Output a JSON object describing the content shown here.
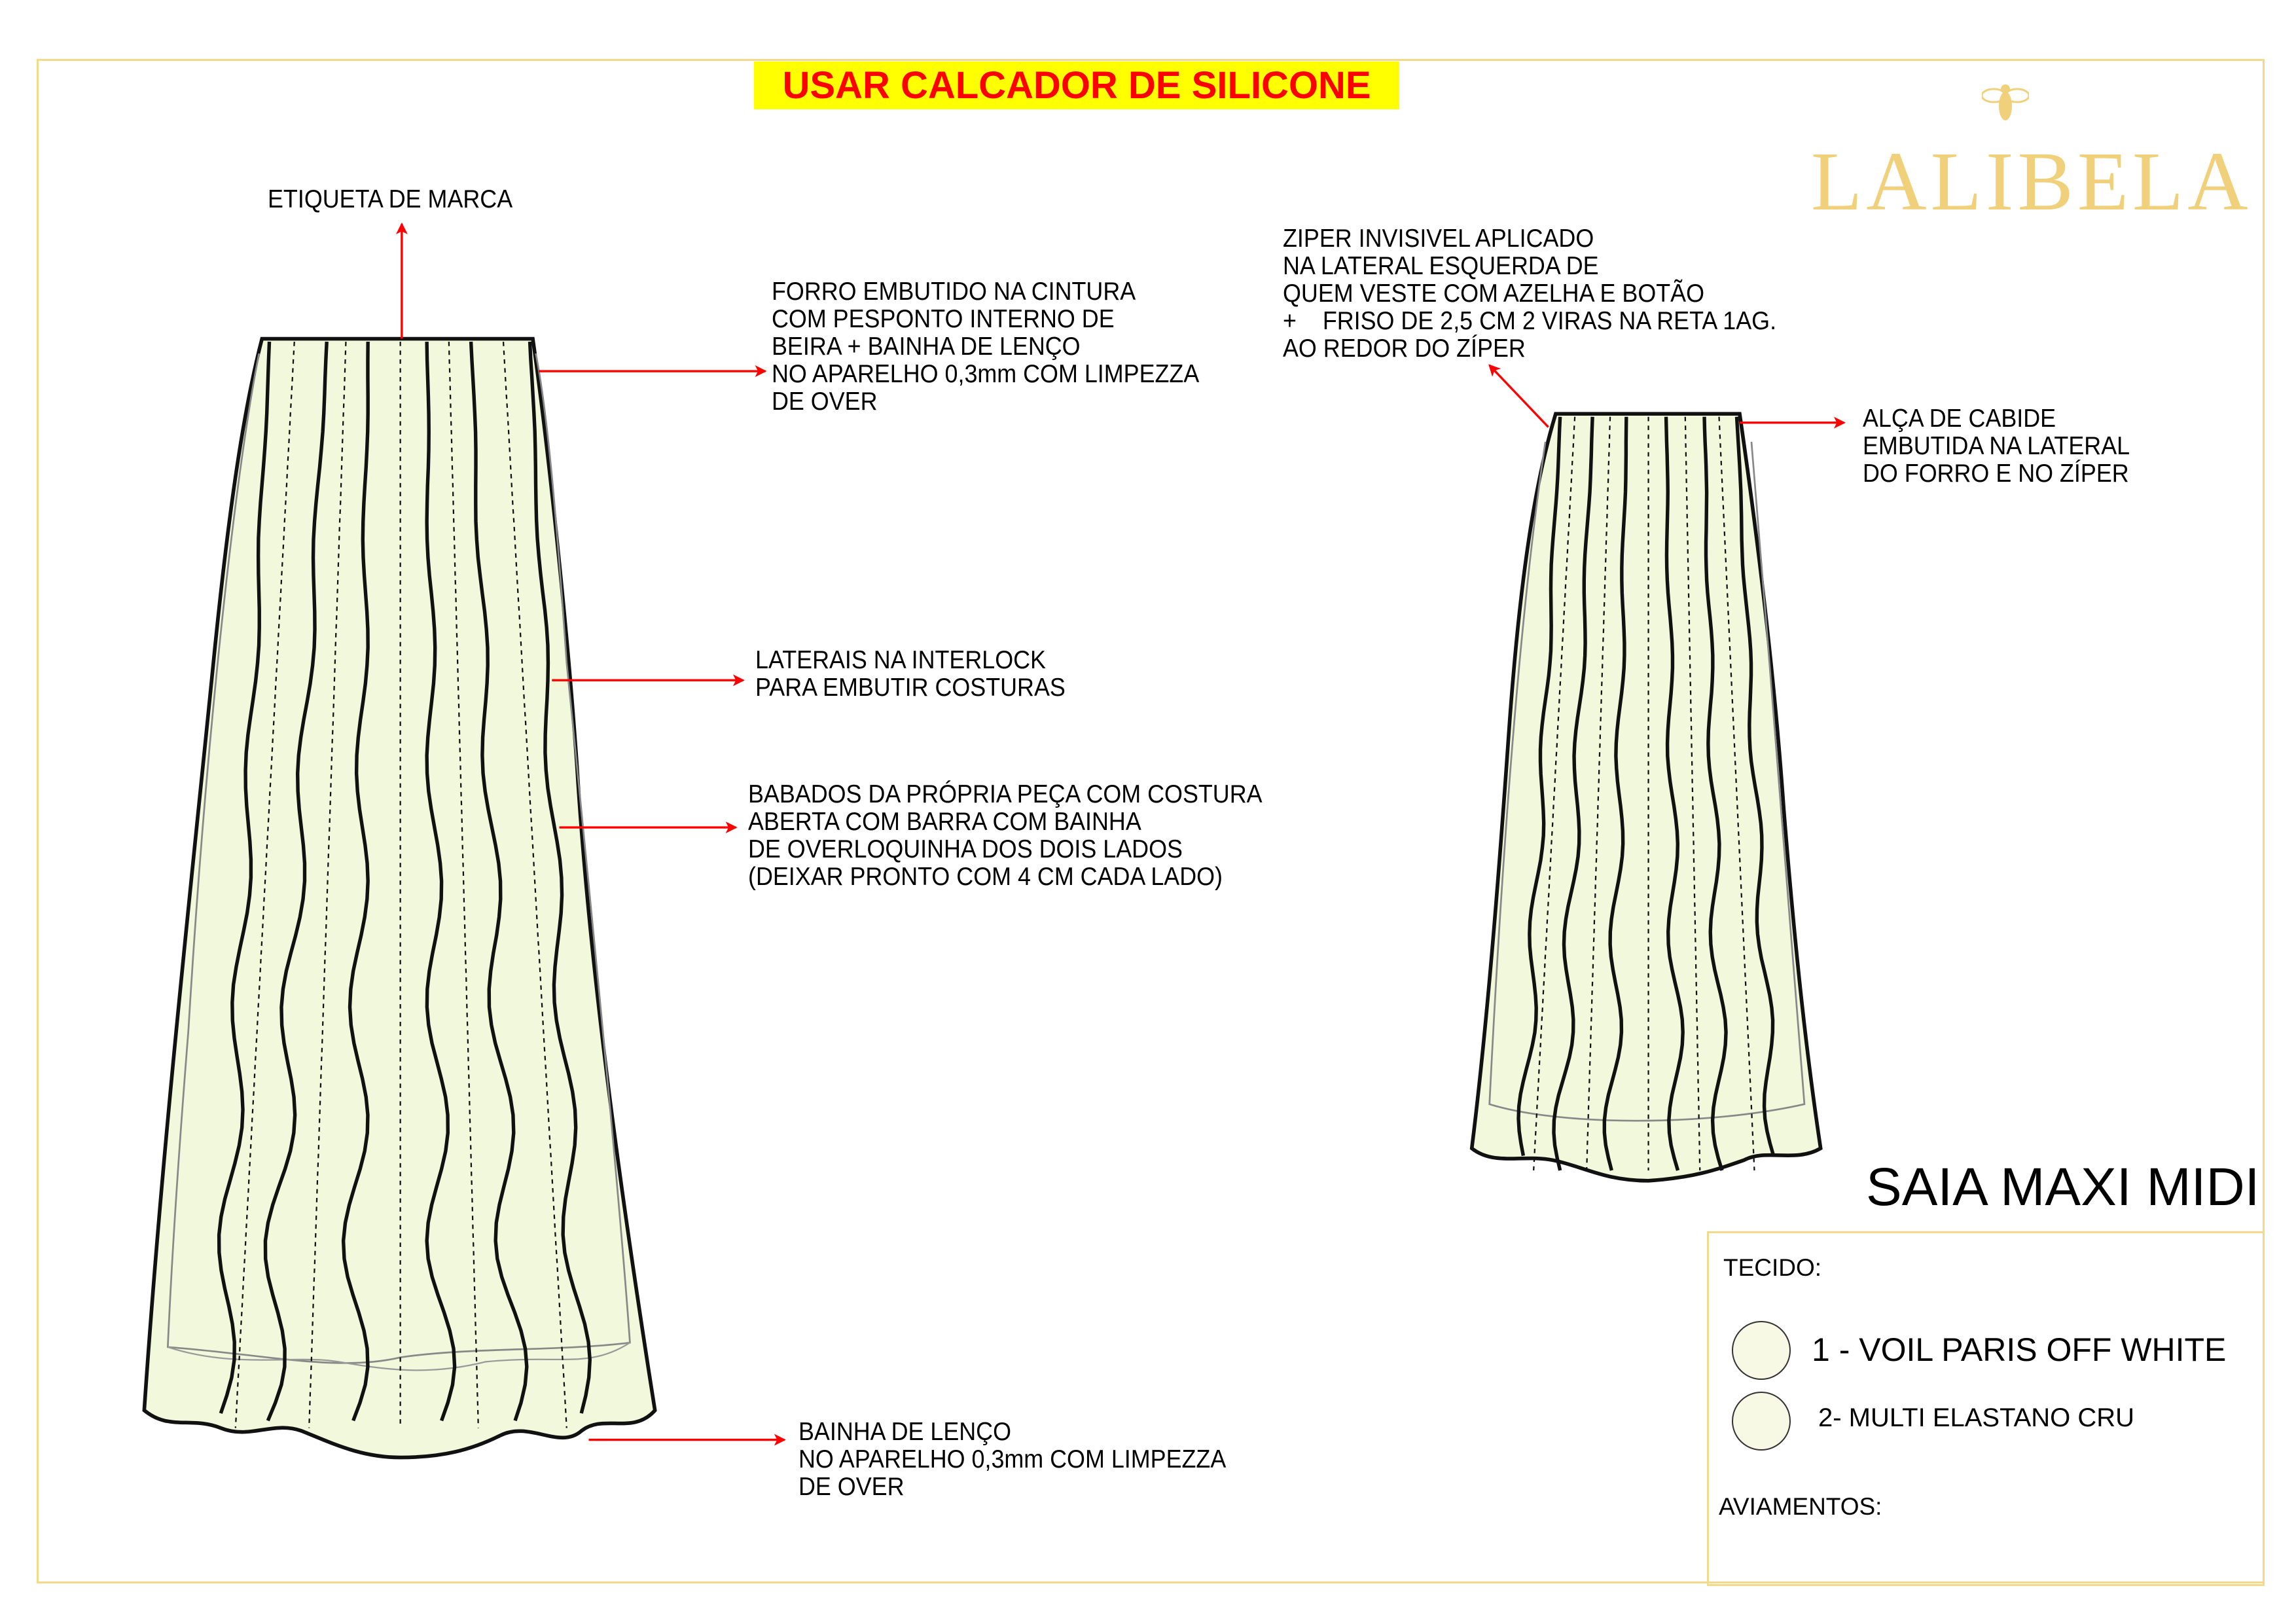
{
  "banner": "USAR CALCADOR DE SILICONE",
  "brand": {
    "logo_text": "LALIBELA",
    "color": "#f0d07a"
  },
  "notes": {
    "etiqueta": "ETIQUETA DE MARCA",
    "forro": "FORRO EMBUTIDO NA CINTURA\nCOM PESPONTO INTERNO DE\nBEIRA + BAINHA DE LENÇO\nNO APARELHO 0,3mm COM LIMPEZZA\nDE OVER",
    "ziper": "ZIPER INVISIVEL APLICADO\nNA LATERAL ESQUERDA DE\nQUEM VESTE COM AZELHA E BOTÃO\n+    FRISO DE 2,5 CM 2 VIRAS NA RETA 1AG.\nAO REDOR DO ZÍPER",
    "alca": "ALÇA DE CABIDE\nEMBUTIDA NA LATERAL\nDO FORRO E NO ZÍPER",
    "laterais": "LATERAIS NA INTERLOCK\nPARA EMBUTIR COSTURAS",
    "babados": "BABADOS DA PRÓPRIA PEÇA COM COSTURA\nABERTA COM BARRA COM BAINHA\nDE OVERLOQUINHA DOS DOIS LADOS\n(DEIXAR PRONTO COM 4 CM CADA LADO)",
    "bainha": "BAINHA DE LENÇO\nNO APARELHO 0,3mm COM LIMPEZZA\nDE OVER"
  },
  "title": "SAIA MAXI MIDI",
  "info": {
    "tecido_label": "TECIDO:",
    "fabrics": [
      {
        "label": "1 - VOIL PARIS OFF WHITE",
        "color": "#f7f9e4"
      },
      {
        "label": "2- MULTI ELASTANO CRU",
        "color": "#f7f9e4"
      }
    ],
    "aviamentos_label": "AVIAMENTOS:"
  },
  "colors": {
    "arrow": "#ff0000",
    "fabric": "#f2f8dc",
    "frame": "#f3d98a"
  }
}
